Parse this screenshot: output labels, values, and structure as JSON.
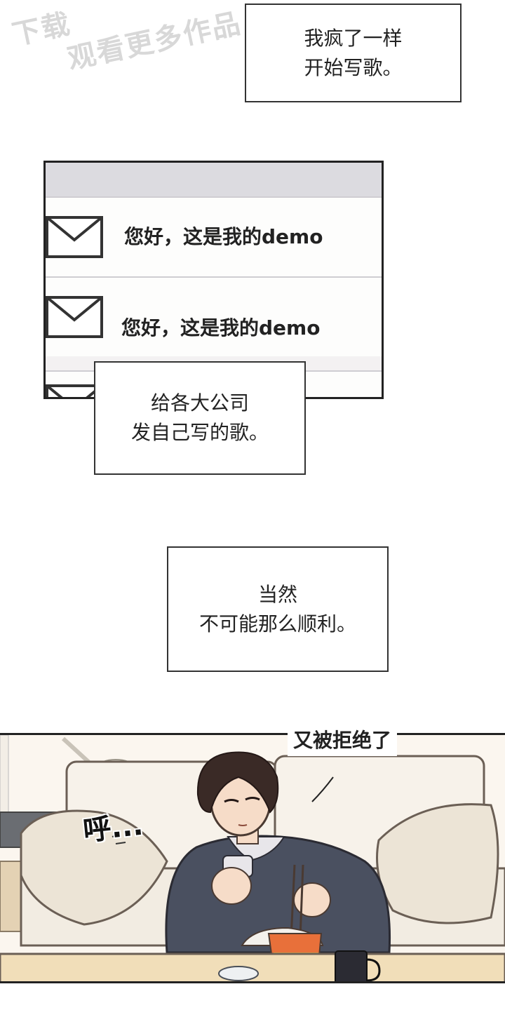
{
  "watermark": {
    "line1": "下载",
    "line2": "观看更多作品"
  },
  "captions": {
    "c1": [
      "我疯了一样",
      "开始写歌。"
    ],
    "c2": [
      "给各大公司",
      "发自己写的歌。"
    ],
    "c3": [
      "当然",
      "不可能那么顺利。"
    ]
  },
  "mail": {
    "items": [
      {
        "subject": "您好，这是我的demo",
        "icon": "envelope-icon"
      },
      {
        "subject": "您好，这是我的demo",
        "icon": "envelope-icon"
      }
    ]
  },
  "scene": {
    "speech": "又被拒绝了",
    "sfx": "呼..."
  },
  "colors": {
    "panel_border": "#222222",
    "sweater": "#4a5060",
    "noodle_cup": "#e8703a",
    "cushion": "#ece4d6"
  }
}
